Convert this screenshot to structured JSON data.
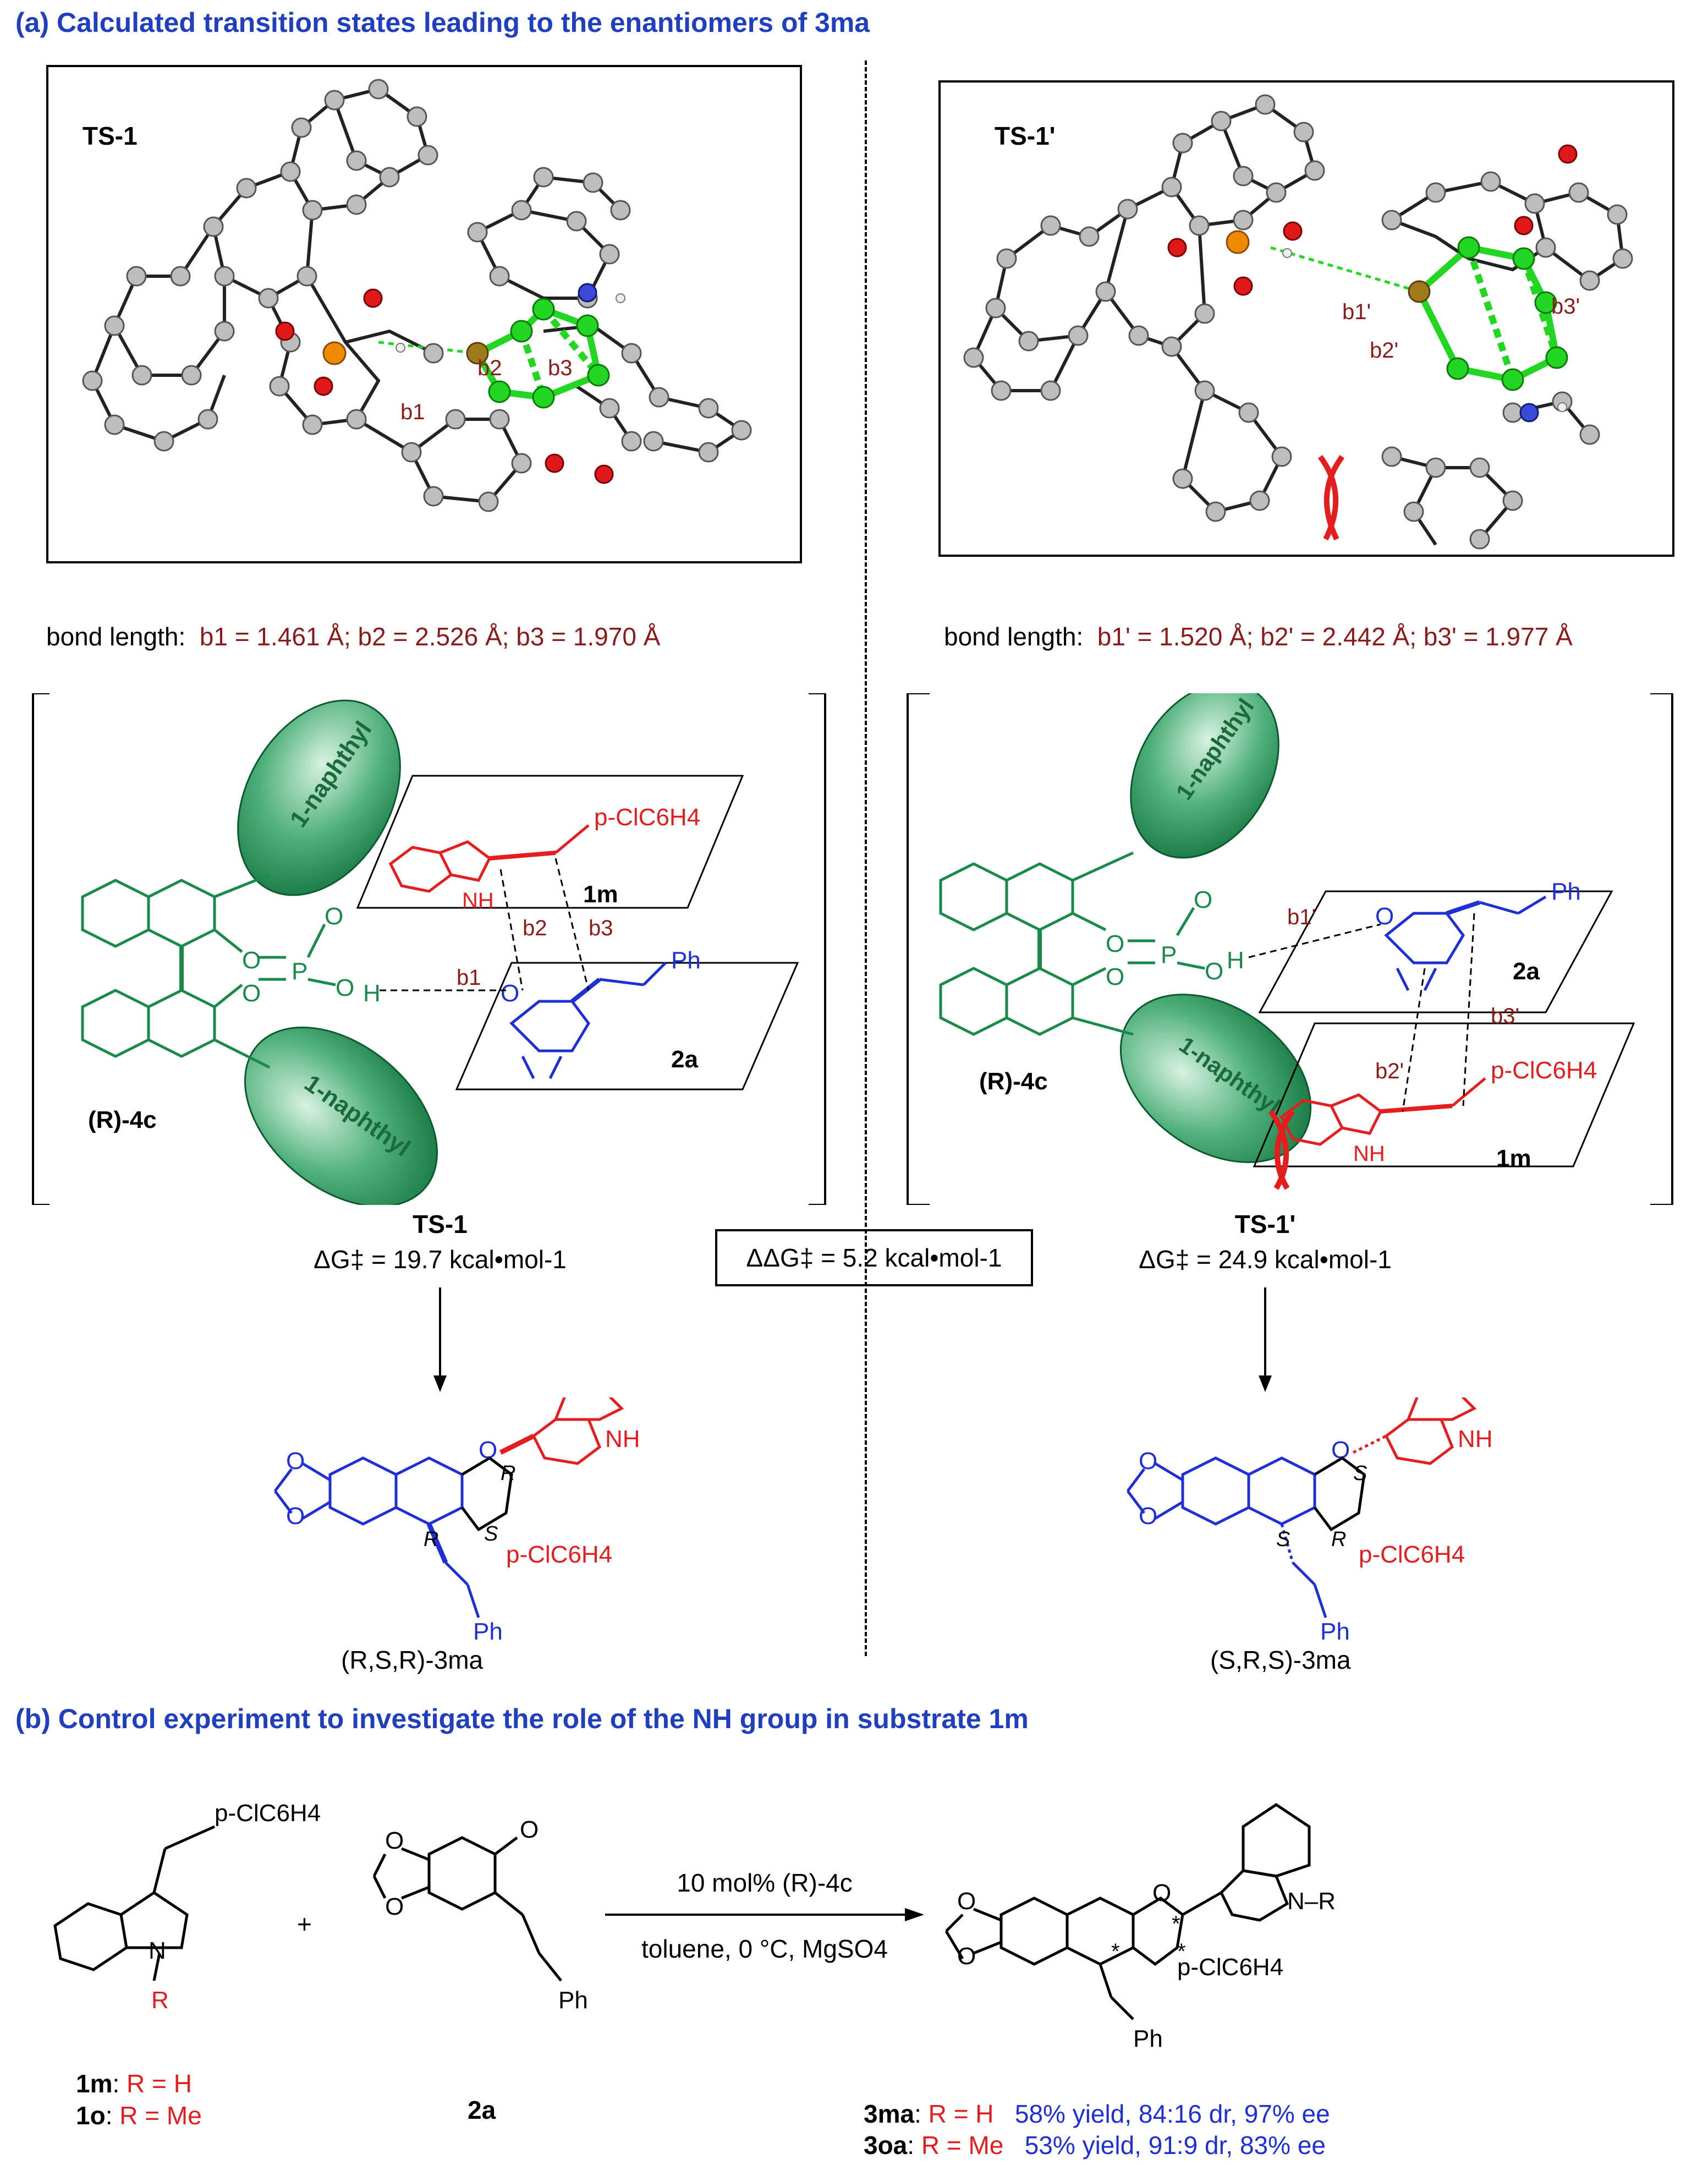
{
  "section_a": {
    "title": "(a) Calculated transition states leading to the enantiomers of 3ma",
    "ts1": {
      "label": "TS-1",
      "bond_prefix": "bond length:",
      "bond_values": "b1 = 1.461 Å; b2 = 2.526 Å; b3 = 1.970 Å",
      "b1": "b1",
      "b2": "b2",
      "b3": "b3",
      "name": "TS-1",
      "dg": "ΔG‡ = 19.7 kcal•mol-1",
      "catalyst": "(R)-4c",
      "naphthyl_top": "1-naphthyl",
      "naphthyl_bottom": "1-naphthyl",
      "sub_1m": "1m",
      "sub_2a": "2a",
      "pclc6h4": "p-ClC6H4",
      "ph": "Ph",
      "nh": "NH",
      "h": "H",
      "product": "(R,S,R)-3ma",
      "stereo_1": "R",
      "stereo_2": "S",
      "stereo_3": "R",
      "product_subst": "p-ClC6H4",
      "product_ph": "Ph"
    },
    "ts1p": {
      "label": "TS-1'",
      "bond_prefix": "bond length:",
      "bond_values": "b1' = 1.520 Å; b2' = 2.442 Å; b3' = 1.977 Å",
      "b1": "b1'",
      "b2": "b2'",
      "b3": "b3'",
      "name": "TS-1'",
      "dg": "ΔG‡ = 24.9 kcal•mol-1",
      "catalyst": "(R)-4c",
      "naphthyl_top": "1-naphthyl",
      "naphthyl_bottom": "1-naphthyl",
      "sub_1m": "1m",
      "sub_2a": "2a",
      "pclc6h4": "p-ClC6H4",
      "ph": "Ph",
      "nh": "NH",
      "h": "H",
      "product": "(S,R,S)-3ma",
      "stereo_1": "S",
      "stereo_2": "R",
      "stereo_3": "S",
      "product_subst": "p-ClC6H4",
      "product_ph": "Ph"
    },
    "ddg": "ΔΔG‡ = 5.2 kcal•mol-1"
  },
  "section_b": {
    "title": "(b) Control experiment to investigate the role of the NH group in substrate 1m",
    "reactant1_subst": "p-ClC6H4",
    "reactant1_r": "R",
    "plus": "+",
    "reactant2_ph": "Ph",
    "reactant2_name": "2a",
    "reactant2_o": "O",
    "conditions_top": "10 mol% (R)-4c",
    "conditions_bottom": "toluene, 0 °C, MgSO4",
    "product_r": "N–R",
    "product_subst": "p-ClC6H4",
    "product_ph": "Ph",
    "r1_name": "1m",
    "r1_def": "R = H",
    "r2_name": "1o",
    "r2_def": "R = Me",
    "p1_name": "3ma",
    "p1_def": "R = H",
    "p1_result": "58% yield, 84:16 dr, 97% ee",
    "p2_name": "3oa",
    "p2_def": "R = Me",
    "p2_result": "53% yield, 91:9 dr, 83% ee"
  },
  "colors": {
    "blue": "#1f2fd6",
    "red": "#e41e1e",
    "darkred": "#8b1a1a",
    "green": "#1a8a4a",
    "title": "#1f3fbf"
  }
}
